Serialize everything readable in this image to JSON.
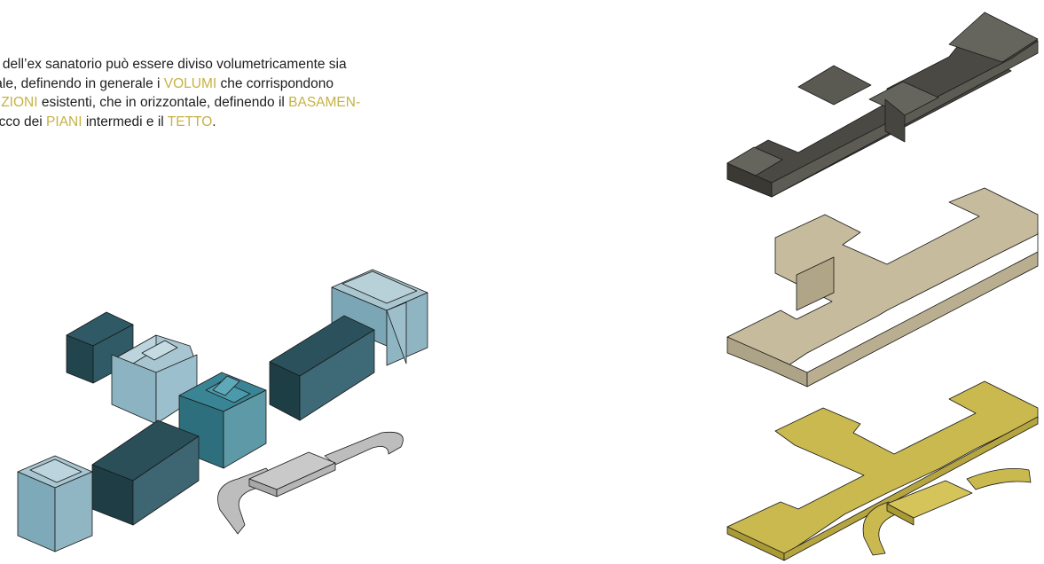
{
  "intro": {
    "line1": "o dell’ex sanatorio può essere diviso volumetricamente sia",
    "line2_a": "tale, definendo in generale i ",
    "line2_b": "VOLUMI",
    "line2_c": " che corrispondono",
    "line3_a": "NZIONI",
    "line3_b": " esistenti, che in orizzontale, definendo il ",
    "line3_c": "BASAMEN-",
    "line4_a": "occo dei ",
    "line4_b": "PIANI",
    "line4_c": " intermedi e il ",
    "line4_d": "TETTO",
    "line4_e": "."
  },
  "colors": {
    "highlight": "#c5b244",
    "roof_layer": "#58574f",
    "floor_layer": "#c3b89a",
    "base_layer": "#c8b84e",
    "volume_dark": "#2b525c",
    "volume_mid": "#44909c",
    "volume_light": "#8fb4c2",
    "ramp": "#c2c2c2"
  }
}
